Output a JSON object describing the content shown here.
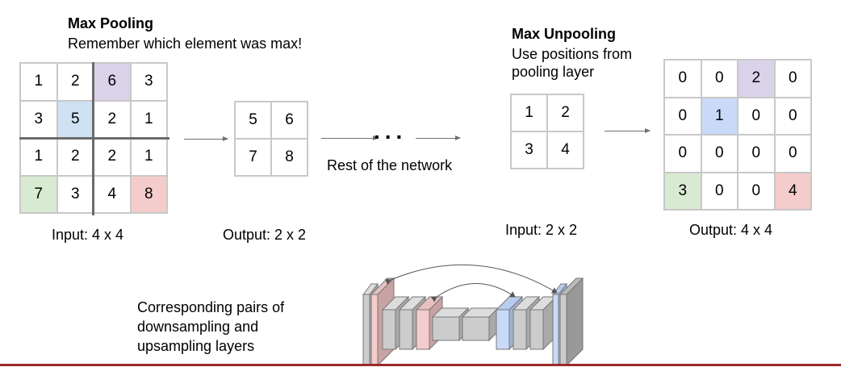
{
  "pooling": {
    "title": "Max Pooling",
    "subtitle": "Remember which element was max!",
    "input_grid": [
      [
        "1",
        "2",
        "6",
        "3"
      ],
      [
        "3",
        "5",
        "2",
        "1"
      ],
      [
        "1",
        "2",
        "2",
        "1"
      ],
      [
        "7",
        "3",
        "4",
        "8"
      ]
    ],
    "input_highlights": [
      {
        "row": 0,
        "col": 2,
        "color": "#d9d2e9"
      },
      {
        "row": 1,
        "col": 1,
        "color": "#cfe2f3"
      },
      {
        "row": 3,
        "col": 0,
        "color": "#d9ead3"
      },
      {
        "row": 3,
        "col": 3,
        "color": "#f4cccc"
      }
    ],
    "input_label": "Input: 4 x 4",
    "output_grid": [
      [
        "5",
        "6"
      ],
      [
        "7",
        "8"
      ]
    ],
    "output_label": "Output: 2 x 2"
  },
  "middle": {
    "ellipsis": "...",
    "caption": "Rest of the network"
  },
  "unpooling": {
    "title": "Max Unpooling",
    "subtitle_line1": "Use positions from",
    "subtitle_line2": "pooling layer",
    "input_grid": [
      [
        "1",
        "2"
      ],
      [
        "3",
        "4"
      ]
    ],
    "input_label": "Input: 2 x 2",
    "output_grid": [
      [
        "0",
        "0",
        "2",
        "0"
      ],
      [
        "0",
        "1",
        "0",
        "0"
      ],
      [
        "0",
        "0",
        "0",
        "0"
      ],
      [
        "3",
        "0",
        "0",
        "4"
      ]
    ],
    "output_highlights": [
      {
        "row": 0,
        "col": 2,
        "color": "#d9d2e9"
      },
      {
        "row": 1,
        "col": 1,
        "color": "#c9daf8"
      },
      {
        "row": 3,
        "col": 0,
        "color": "#d9ead3"
      },
      {
        "row": 3,
        "col": 3,
        "color": "#f4cccc"
      }
    ],
    "output_label": "Output: 4 x 4"
  },
  "network": {
    "caption_line1": "Corresponding pairs of",
    "caption_line2": "downsampling and",
    "caption_line3": "upsampling layers",
    "colors": {
      "gray": "#cccccc",
      "red": "#f4cccc",
      "blue": "#c9daf8",
      "stroke": "#777777"
    }
  },
  "colors": {
    "grid_border": "#c8c8c8",
    "pool_divider": "#6b6b6b",
    "arrow": "#707070",
    "footer_rule": "#9b2a2a"
  }
}
